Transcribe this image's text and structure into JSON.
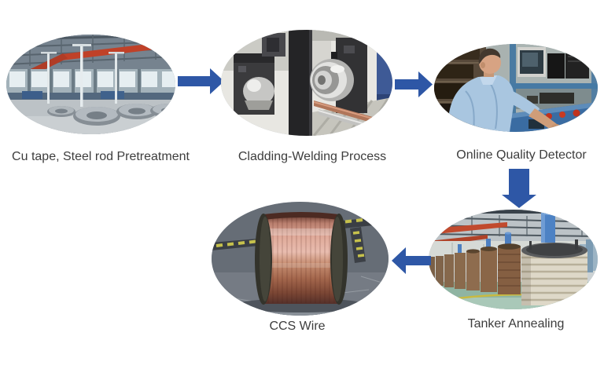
{
  "colors": {
    "arrow_blue": "#2e57a6",
    "caption_text": "#3d3d3d",
    "background": "#ffffff"
  },
  "diagram": {
    "type": "process-flow",
    "steps": [
      {
        "order": 1,
        "label": "Cu tape, Steel rod Pretreatment",
        "photo": "factory-hall-wire-coils-photo"
      },
      {
        "order": 2,
        "label": "Cladding-Welding Process",
        "photo": "cladding-welding-machine-photo"
      },
      {
        "order": 3,
        "label": "Online Quality Detector",
        "photo": "operator-at-control-panel-photo"
      },
      {
        "order": 4,
        "label": "Tanker Annealing",
        "photo": "annealing-tank-row-photo"
      },
      {
        "order": 5,
        "label": "CCS Wire",
        "photo": "copper-wire-spool-photo"
      }
    ],
    "arrows": [
      {
        "from_step": 1,
        "to_step": 2,
        "direction": "right"
      },
      {
        "from_step": 2,
        "to_step": 3,
        "direction": "right"
      },
      {
        "from_step": 3,
        "to_step": 4,
        "direction": "down"
      },
      {
        "from_step": 4,
        "to_step": 5,
        "direction": "left"
      }
    ]
  }
}
